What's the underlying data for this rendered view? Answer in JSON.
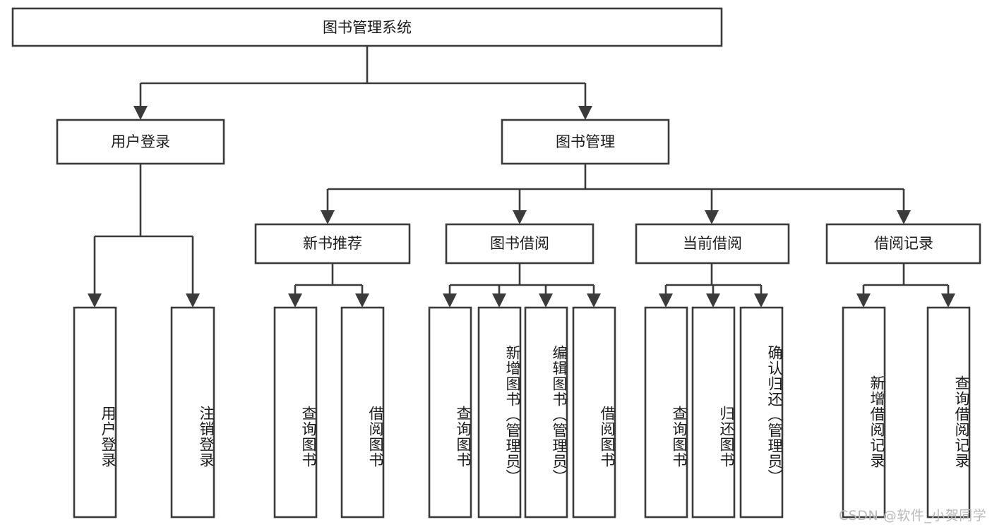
{
  "diagram": {
    "type": "tree",
    "title": "图书管理系统",
    "root": {
      "label": "图书管理系统"
    },
    "level2": [
      {
        "label": "用户登录"
      },
      {
        "label": "图书管理"
      }
    ],
    "level3": [
      {
        "label": "新书推荐"
      },
      {
        "label": "图书借阅"
      },
      {
        "label": "当前借阅"
      },
      {
        "label": "借阅记录"
      }
    ],
    "leaves": {
      "user_login": [
        {
          "label": "用户登录"
        },
        {
          "label": "注销登录"
        }
      ],
      "new_book_recommend": [
        {
          "label": "查询图书"
        },
        {
          "label": "借阅图书"
        }
      ],
      "book_borrow": [
        {
          "label": "查询图书"
        },
        {
          "label": "新增图书（管理员）"
        },
        {
          "label": "编辑图书（管理员）"
        },
        {
          "label": "借阅图书"
        }
      ],
      "current_borrow": [
        {
          "label": "查询图书"
        },
        {
          "label": "归还图书"
        },
        {
          "label": "确认归还（管理员）"
        }
      ],
      "borrow_record": [
        {
          "label": "新增借阅记录"
        },
        {
          "label": "查询借阅记录"
        }
      ]
    }
  },
  "watermark": {
    "text": "CSDN @软件_小贺同学"
  },
  "colors": {
    "stroke": "#3b3b3b",
    "box_fill": "#ffffff",
    "text": "#1b1b1b",
    "watermark": "#b9b9b9",
    "background": "#ffffff"
  }
}
